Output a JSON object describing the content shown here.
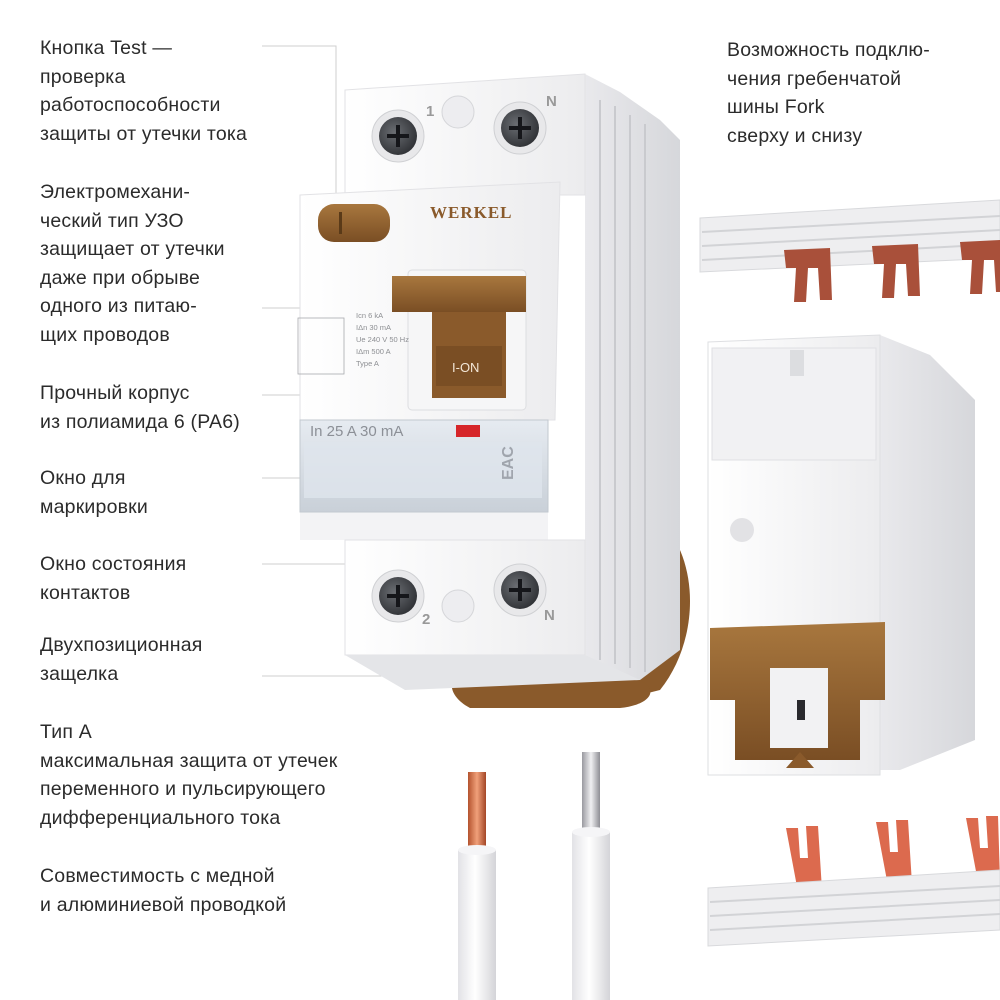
{
  "labels": {
    "test_button": "Кнопка Test —\nпроверка\nработоспособности\nзащиты от утечки тока",
    "electromechanical": "Электромехани-\nческий тип УЗО\nзащищает от утечки\nдаже при обрыве\nодного из питаю-\nщих проводов",
    "body": "Прочный корпус\nиз полиамида 6 (PA6)",
    "marking_window": "Окно для\nмаркировки",
    "contact_window": "Окно состояния\nконтактов",
    "latch": "Двухпозиционная\nзащелка",
    "type_a": "Тип А\nмаксимальная защита от утечек\nпеременного и пульсирующего\nдифференциального тока",
    "compatibility": "Совместимость с медной\nи алюминиевой проводкой",
    "fork": "Возможность подклю-\nчения гребенчатой\nшины Fork\nсверху и снизу"
  },
  "device": {
    "brand": "WERKEL",
    "terminal_top_left": "1",
    "terminal_top_right": "N",
    "terminal_bottom_left": "2",
    "terminal_bottom_right": "N",
    "switch_label": "I-ON",
    "marking_text": "In 25 A 30 mA",
    "cert_mark": "EAC",
    "spec_lines": [
      "Icn 6 kA",
      "IΔn 30 mA",
      "Ue 240 V 50 Hz",
      "IΔm 500 A",
      "Type A"
    ]
  },
  "colors": {
    "bronze": "#8a5a2b",
    "bronze_light": "#a8773e",
    "copper": "#d9704d",
    "body_white": "#f4f4f5",
    "body_shadow": "#dcdde0",
    "indicator_red": "#d6262a"
  }
}
